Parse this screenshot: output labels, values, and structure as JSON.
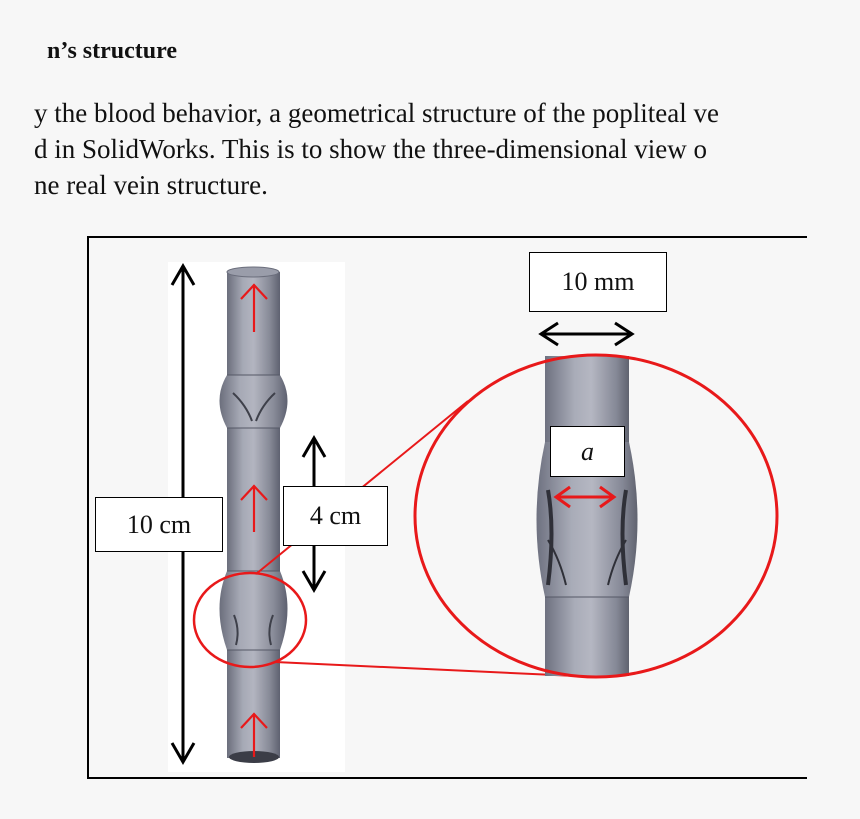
{
  "document": {
    "heading": "n’s structure",
    "paragraph_lines": [
      "y the blood behavior, a geometrical structure of the popliteal ve",
      "d in SolidWorks. This is to show the three-dimensional view o",
      "ne real vein structure."
    ]
  },
  "figure": {
    "labels": {
      "total_length": "10 cm",
      "valve_spacing": "4 cm",
      "diameter": "10 mm",
      "valve_opening": "a"
    },
    "colors": {
      "vein": "#8d909c",
      "arrow_flow": "#e8191a",
      "highlight_circle": "#e8191a",
      "dimension": "#000000"
    },
    "icons": [
      "up-arrow-icon",
      "double-arrow-icon"
    ]
  }
}
